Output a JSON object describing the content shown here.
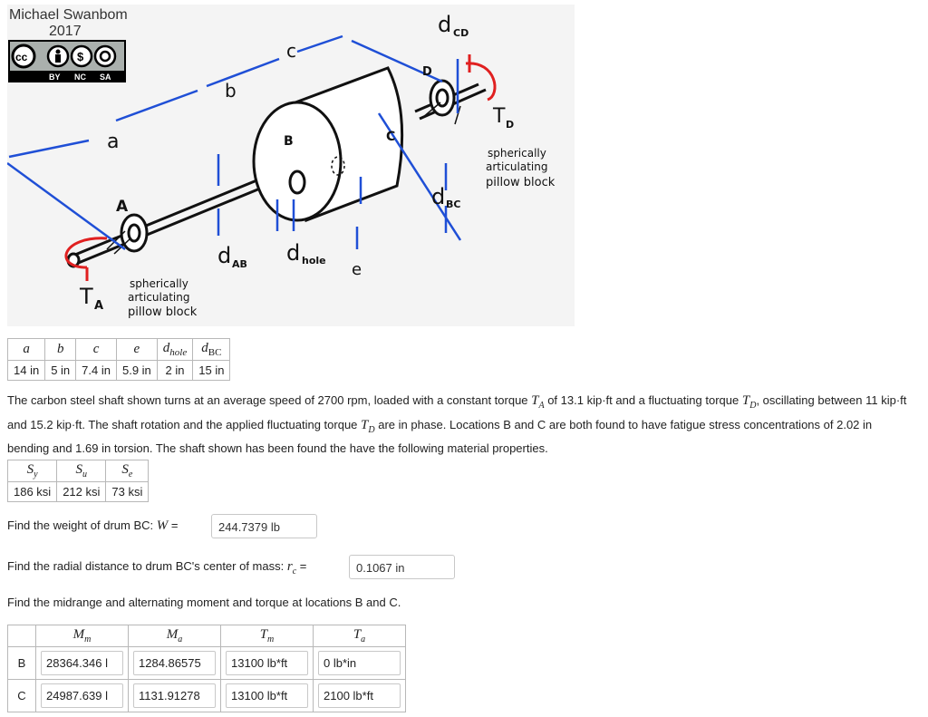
{
  "figure": {
    "author": "Michael Swanbom",
    "year": "2017",
    "license_badge": [
      "cc",
      "BY",
      "NC",
      "SA"
    ],
    "labels": {
      "a": "a",
      "b": "b",
      "c": "c",
      "e": "e",
      "A": "A",
      "B": "B",
      "C": "C",
      "D": "D",
      "dAB": "d",
      "dAB_sub": "AB",
      "dhole": "d",
      "dhole_sub": "hole",
      "dBC": "d",
      "dBC_sub": "BC",
      "dCD": "d",
      "dCD_sub": "CD",
      "TA": "T",
      "TA_sub": "A",
      "TD": "T",
      "TD_sub": "D",
      "pillow_left": [
        "spherically",
        "articulating",
        "pillow block"
      ],
      "pillow_right": [
        "spherically",
        "articulating",
        "pillow block"
      ]
    }
  },
  "dimensions": {
    "headers": [
      "a",
      "b",
      "c",
      "e",
      "d_hole",
      "d_BC"
    ],
    "values": [
      "14 in",
      "5 in",
      "7.4 in",
      "5.9 in",
      "2 in",
      "15 in"
    ]
  },
  "problem_text": {
    "p1": "The carbon steel shaft shown turns at an average speed of 2700 rpm, loaded with a constant torque ",
    "TA": "T",
    "TA_sub": "A",
    "p2": " of 13.1 kip·ft and a fluctuating torque ",
    "TD": "T",
    "TD_sub": "D",
    "p3": ", oscillating between 11 kip·ft and 15.2 kip·ft. The shaft rotation and the applied fluctuating torque ",
    "TD2": "T",
    "TD2_sub": "D",
    "p4": " are in phase. Locations B and C are both found to have fatigue stress concentrations of 2.02 in bending and 1.69 in torsion. The shaft shown has been found the have the following material properties."
  },
  "materials": {
    "headers": [
      "S_y",
      "S_u",
      "S_e"
    ],
    "values": [
      "186 ksi",
      "212 ksi",
      "73 ksi"
    ]
  },
  "q_weight": {
    "label": "Find the weight of drum BC: ",
    "var": "W",
    "eq": " = ",
    "value": "244.7379 lb"
  },
  "q_radial": {
    "label": "Find the radial distance to drum BC's center of mass: ",
    "var": "r",
    "var_sub": "c",
    "eq": " = ",
    "value": "0.1067 in"
  },
  "q_moments": {
    "label": "Find the midrange and alternating moment and torque at locations B and C."
  },
  "results": {
    "headers": [
      "M_m",
      "M_a",
      "T_m",
      "T_a"
    ],
    "rows": [
      {
        "label": "B",
        "Mm": "28364.346 l",
        "Ma": "1284.86575",
        "Tm": "13100 lb*ft",
        "Ta": "0 lb*in"
      },
      {
        "label": "C",
        "Mm": "24987.639 l",
        "Ma": "1131.91278",
        "Tm": "13100 lb*ft",
        "Ta": "2100 lb*ft"
      }
    ]
  },
  "colors": {
    "dimension_blue": "#1f4fd6",
    "torque_red": "#e02020",
    "ink": "#111111"
  }
}
